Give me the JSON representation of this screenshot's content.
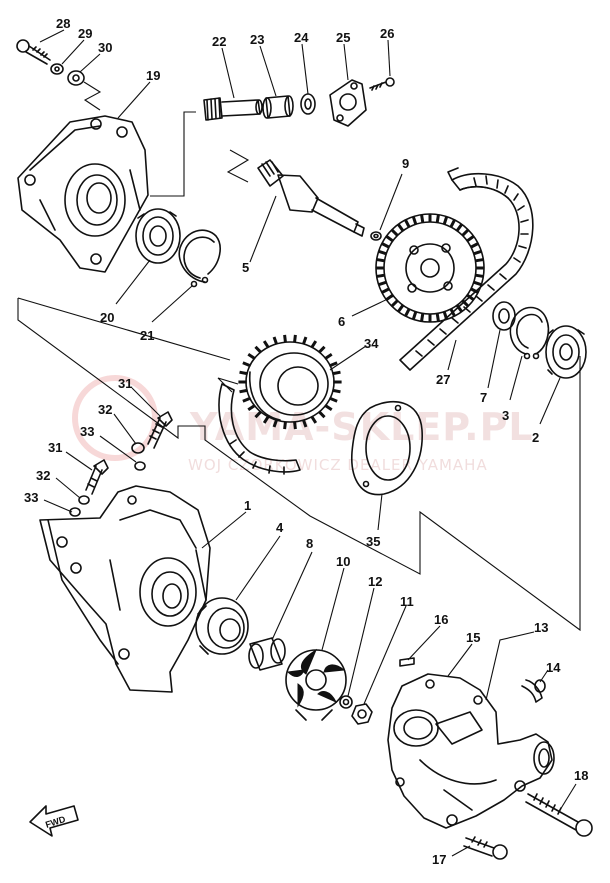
{
  "diagram": {
    "watermark": {
      "main": "YAMA-SKLEP.PL",
      "sub": "WOJ    CZORKOWICZ DEALER YAMAHA"
    },
    "direction_label": "FWD",
    "callouts": {
      "c1": "1",
      "c2": "2",
      "c3": "3",
      "c4": "4",
      "c5": "5",
      "c6": "6",
      "c7": "7",
      "c8": "8",
      "c9": "9",
      "c10": "10",
      "c11": "11",
      "c12": "12",
      "c13": "13",
      "c14": "14",
      "c15": "15",
      "c16": "16",
      "c17": "17",
      "c18": "18",
      "c19": "19",
      "c20": "20",
      "c21": "21",
      "c22": "22",
      "c23": "23",
      "c24": "24",
      "c25": "25",
      "c26": "26",
      "c27": "27",
      "c28": "28",
      "c29": "29",
      "c30": "30",
      "c31a": "31",
      "c32a": "32",
      "c33a": "33",
      "c31b": "31",
      "c32b": "32",
      "c33b": "33",
      "c34": "34",
      "c35": "35"
    }
  }
}
